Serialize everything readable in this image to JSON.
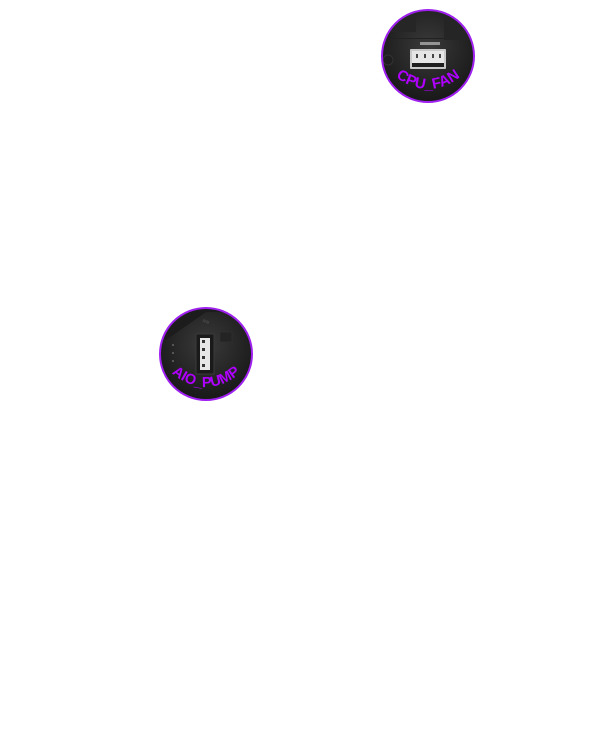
{
  "colors": {
    "ring": "#a020f0",
    "label": "#b000ff",
    "board": "#2a2a2a",
    "connector": "#c9c9c9"
  },
  "header_callouts": [
    {
      "id": "cpu-fan",
      "label": "CPU_FAN",
      "icon": "fan-header-connector-icon"
    },
    {
      "id": "aio-pump",
      "label": "AIO_PUMP",
      "icon": "pump-header-connector-icon"
    }
  ]
}
